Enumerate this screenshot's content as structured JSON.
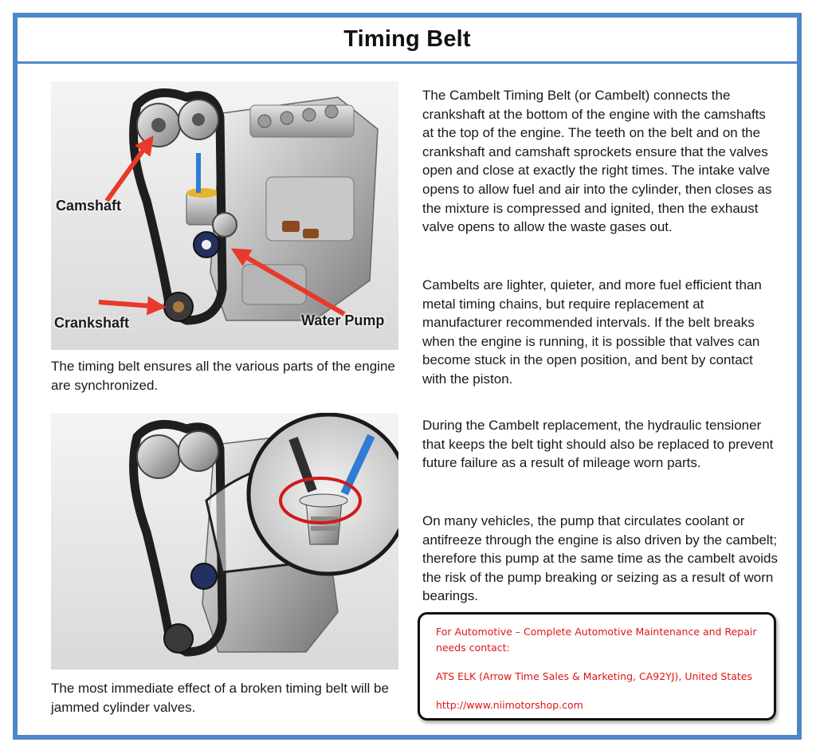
{
  "title": "Timing Belt",
  "figure1": {
    "labels": {
      "camshaft": "Camshaft",
      "crankshaft": "Crankshaft",
      "water_pump": "Water Pump"
    },
    "caption": "The timing belt ensures all the various parts of the engine are synchronized."
  },
  "figure2": {
    "caption": "The most immediate effect of a broken timing belt will be jammed cylinder valves."
  },
  "paragraphs": [
    "The Cambelt Timing Belt (or Cambelt) connects the crankshaft at the bottom of the engine with the camshafts at the top of the engine. The teeth on the belt and on the crankshaft and camshaft sprockets ensure that the valves open and close at exactly the right times. The intake valve opens to allow fuel and air into the cylinder, then closes as the mixture is compressed and ignited, then the exhaust valve opens to allow the waste gases out.",
    "Cambelts are lighter, quieter, and more fuel efficient than metal timing chains, but require replacement at manufacturer recommended intervals. If the belt breaks when the engine is running, it is possible that valves can become stuck in the open position, and bent by contact with the piston.",
    "During the Cambelt replacement, the hydraulic tensioner that keeps the belt tight should also be replaced to prevent future failure as a result of mileage worn parts.",
    "On many vehicles, the pump that circulates coolant or antifreeze through the engine is also driven by the cambelt; therefore this pump at the same time as the cambelt avoids the risk of the pump breaking or seizing as a result of worn bearings."
  ],
  "contact": {
    "line1": "For Automotive – Complete Automotive Maintenance and Repair",
    "line2": "needs contact:",
    "line3": "ATS ELK (Arrow Time Sales & Marketing, CA92YJ), United States",
    "line4": "http://www.niimotorshop.com"
  },
  "colors": {
    "frame_border": "#4f87c6",
    "arrow": "#e8392b",
    "contact_text": "#e01414",
    "highlight_ring": "#d11a1a"
  }
}
